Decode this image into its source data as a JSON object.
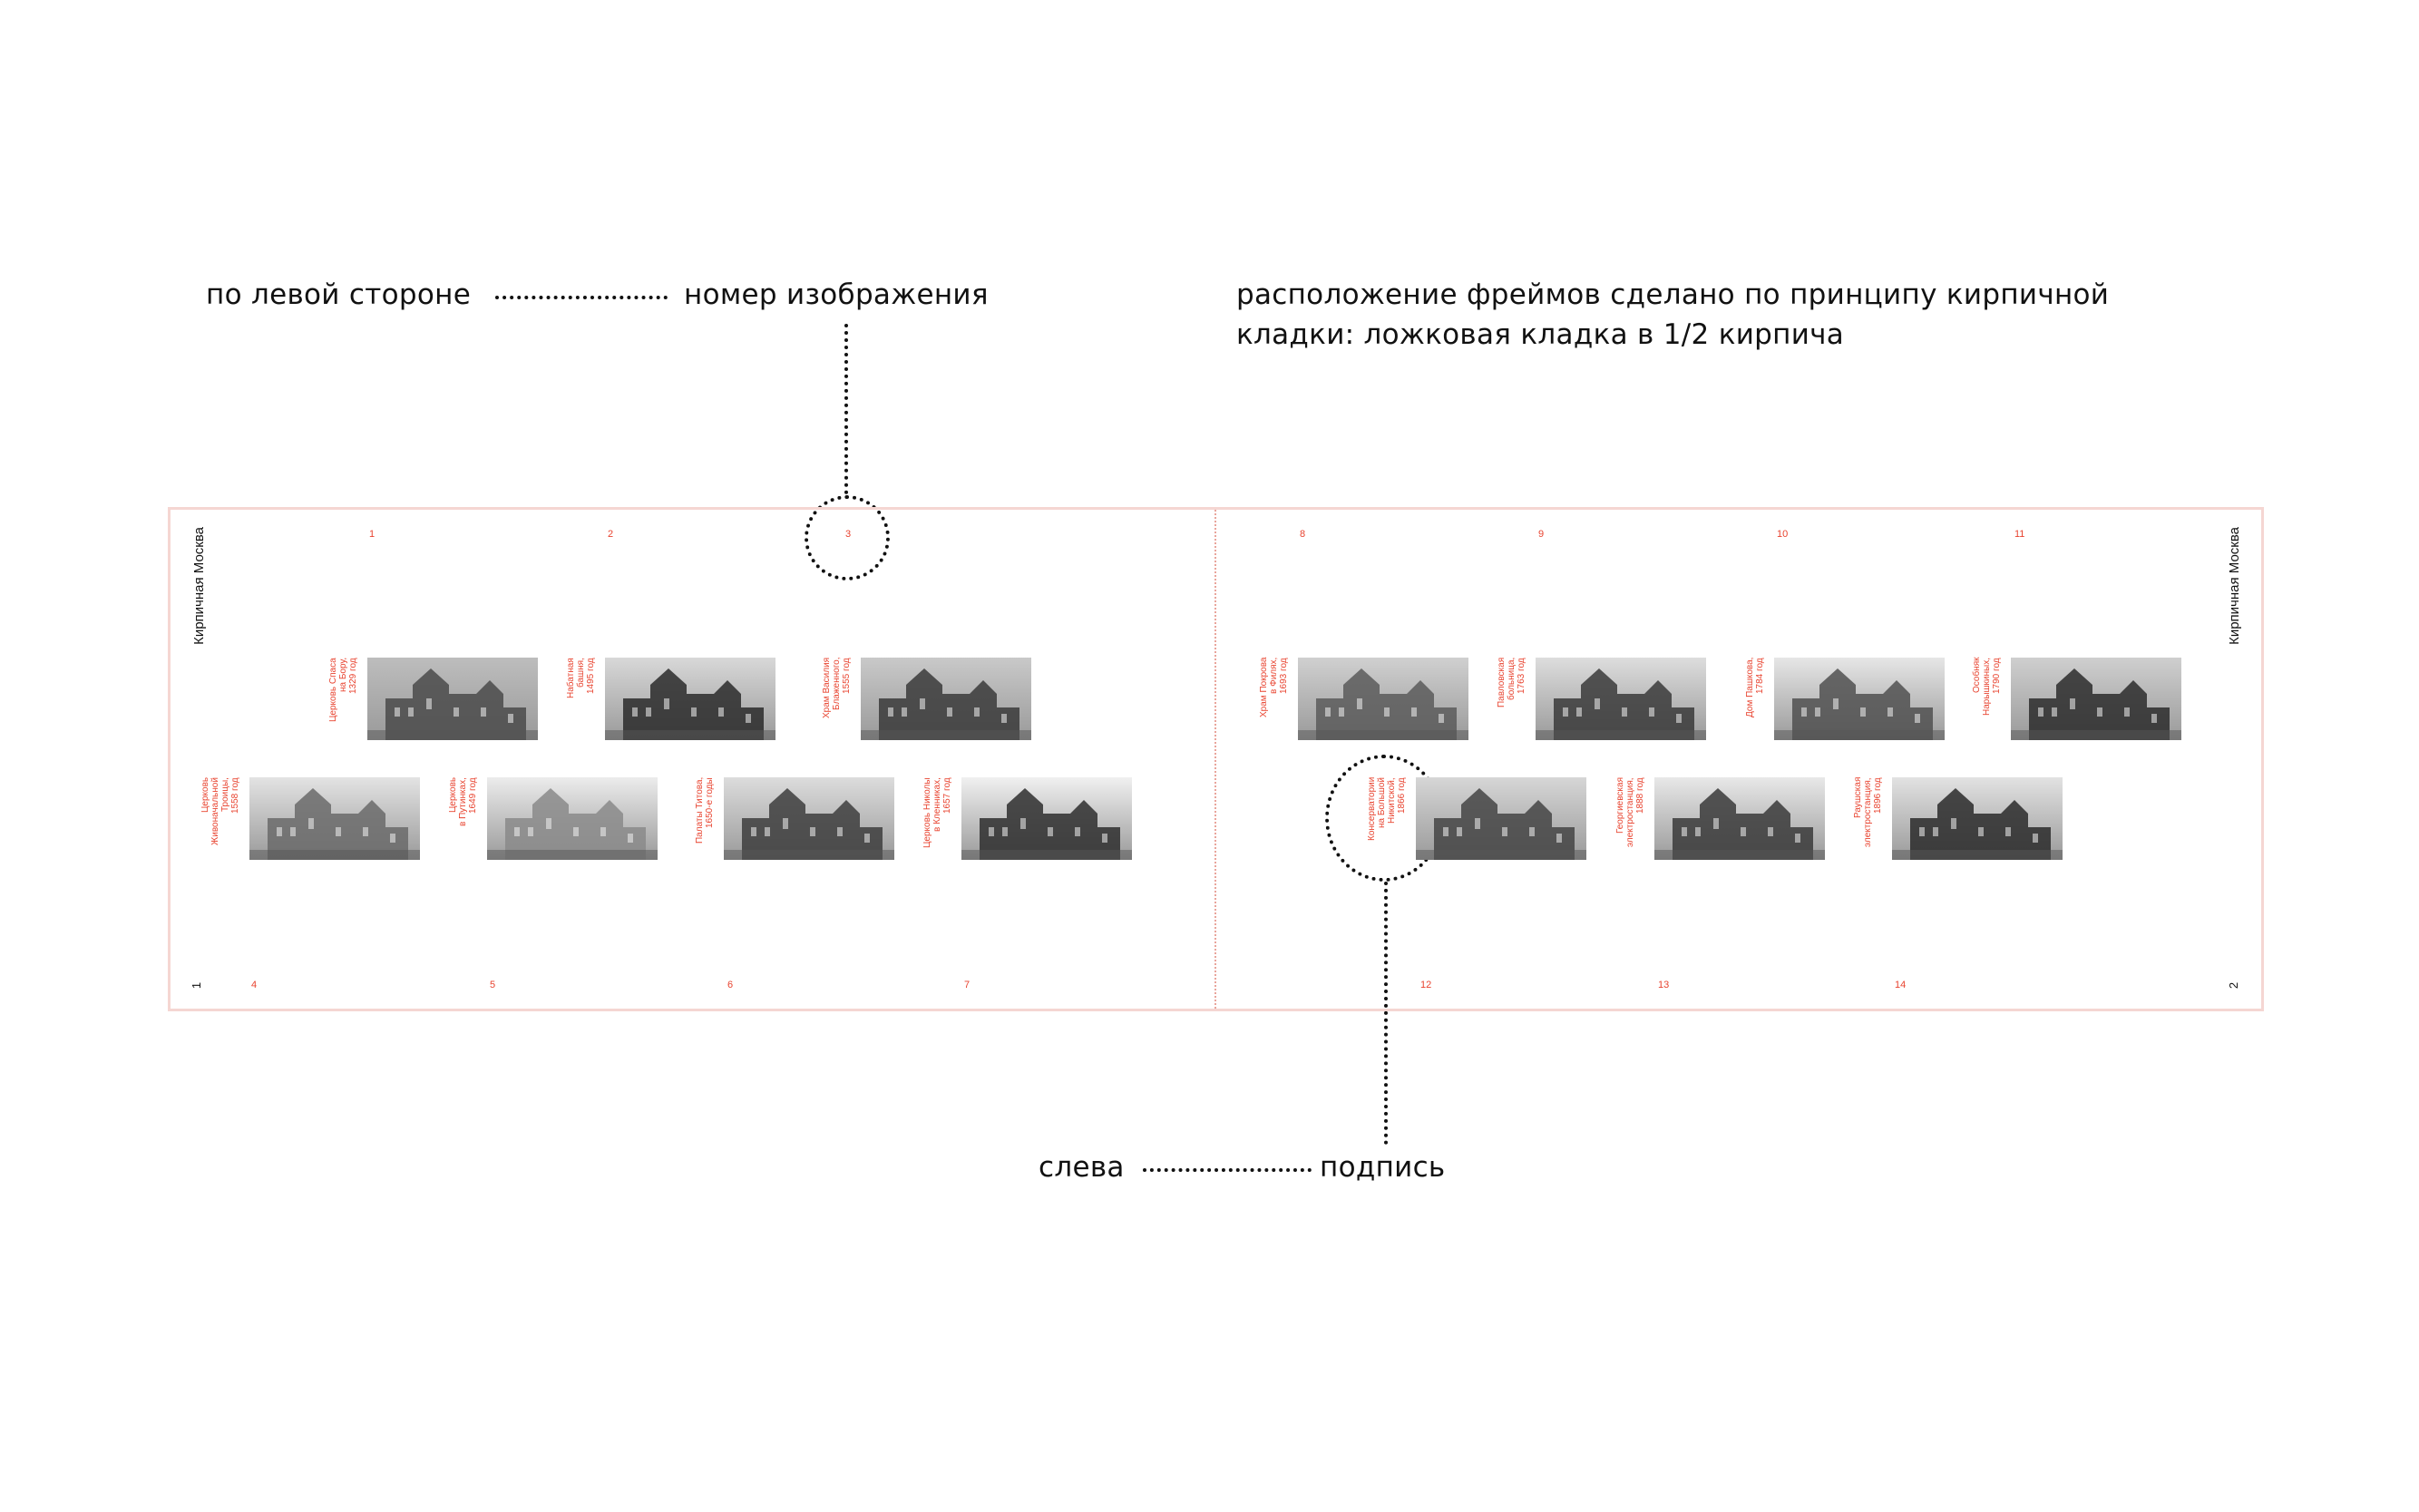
{
  "annotations": {
    "left_side": "по левой стороне",
    "image_number": "номер изображения",
    "brick_layout_line1": "расположение фреймов сделано по принципу кирпичной",
    "brick_layout_line2": "кладки: ложковая кладка в 1/2 кирпича",
    "left": "слева",
    "caption": "подпись"
  },
  "spread": {
    "title_left": "Кирпичная Москва",
    "title_right": "Кирпичная Москва",
    "page_left": "1",
    "page_right": "2"
  },
  "colors": {
    "accent": "#e8432f",
    "frame": "#f5d6d2"
  },
  "items": [
    {
      "num": "1",
      "caption": [
        "Церковь Спаса",
        "на Бору,",
        "1329 год"
      ]
    },
    {
      "num": "2",
      "caption": [
        "Набатная",
        "башня,",
        "1495 год"
      ]
    },
    {
      "num": "3",
      "caption": [
        "Храм Василия",
        "Блаженного,",
        "1555 год"
      ]
    },
    {
      "num": "4",
      "caption": [
        "Церковь",
        "Живоначальной",
        "Троицы,",
        "1558 год"
      ]
    },
    {
      "num": "5",
      "caption": [
        "Церковь",
        "в Путинках,",
        "1649 год"
      ]
    },
    {
      "num": "6",
      "caption": [
        "Палаты Титова,",
        "1650-е годы"
      ]
    },
    {
      "num": "7",
      "caption": [
        "Церковь Николы",
        "в Кленниках,",
        "1657 год"
      ]
    },
    {
      "num": "8",
      "caption": [
        "Храм Покрова",
        "в Филях,",
        "1693 год"
      ]
    },
    {
      "num": "9",
      "caption": [
        "Павловская",
        "больница,",
        "1763 год"
      ]
    },
    {
      "num": "10",
      "caption": [
        "Дом Пашкова,",
        "1784 год"
      ]
    },
    {
      "num": "11",
      "caption": [
        "Особняк",
        "Нарышкиных,",
        "1790 год"
      ]
    },
    {
      "num": "12",
      "caption": [
        "Консерватории",
        "на Большой",
        "Никитской,",
        "1866 год"
      ]
    },
    {
      "num": "13",
      "caption": [
        "Георгиевская",
        "электростанция,",
        "1888 год"
      ]
    },
    {
      "num": "14",
      "caption": [
        "Раушская",
        "электростанция,",
        "1896 год"
      ]
    }
  ]
}
